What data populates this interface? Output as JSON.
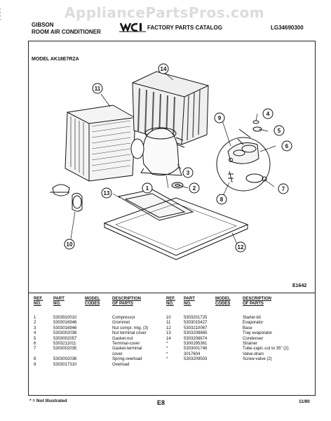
{
  "watermark": "AppliancePartsPros.com",
  "header": {
    "brand_line1": "GIBSON",
    "brand_line2": "ROOM AIR CONDITIONER",
    "title": "FACTORY PARTS CATALOG",
    "catalog_code": "LG34690300"
  },
  "model": "MODEL AK18E7RZA",
  "diagram_code": "E1642",
  "callouts": [
    "1",
    "2",
    "3",
    "4",
    "5",
    "6",
    "7",
    "8",
    "9",
    "10",
    "11",
    "12",
    "13",
    "14"
  ],
  "table": {
    "headers": {
      "ref": [
        "REF.",
        "NO."
      ],
      "part": [
        "PART",
        "NO."
      ],
      "model": [
        "MODEL",
        "CODES"
      ],
      "desc": [
        "DESCRIPTION",
        "OF PARTS"
      ]
    },
    "left_rows": [
      {
        "ref": "1",
        "part": "5303910010",
        "model": "",
        "desc": "Compressor"
      },
      {
        "ref": "2",
        "part": "5303016946",
        "model": "",
        "desc": "Grommet"
      },
      {
        "ref": "3",
        "part": "5303016946",
        "model": "",
        "desc": "Nut compr. mtg. (3)"
      },
      {
        "ref": "4",
        "part": "5303002038",
        "model": "",
        "desc": "Nut terminal cover"
      },
      {
        "ref": "5",
        "part": "5303002057",
        "model": "",
        "desc": "Gasket-nut"
      },
      {
        "ref": "6",
        "part": "5303211011",
        "model": "",
        "desc": "Terminal-cover"
      },
      {
        "ref": "7",
        "part": "5303002035",
        "model": "",
        "desc": "Gasket-terminal"
      },
      {
        "ref": "",
        "part": "",
        "model": "",
        "desc": "cover"
      },
      {
        "ref": "8",
        "part": "5303002036",
        "model": "",
        "desc": "Spring-overload"
      },
      {
        "ref": "9",
        "part": "5303017310",
        "model": "",
        "desc": "Overload"
      }
    ],
    "right_rows": [
      {
        "ref": "10",
        "part": "5303201725",
        "model": "",
        "desc": "Starter-kit"
      },
      {
        "ref": "11",
        "part": "5303015427",
        "model": "",
        "desc": "Evaporator"
      },
      {
        "ref": "12",
        "part": "5303210067",
        "model": "",
        "desc": "Base"
      },
      {
        "ref": "13",
        "part": "5303208865",
        "model": "",
        "desc": "Tray evaporator"
      },
      {
        "ref": "14",
        "part": "5303208674",
        "model": "",
        "desc": "Condenser"
      },
      {
        "ref": "*",
        "part": "5300295361",
        "model": "",
        "desc": "Strainer"
      },
      {
        "ref": "*",
        "part": "5303001746",
        "model": "",
        "desc": "Tube-capil.-cut to 35\" (2)"
      },
      {
        "ref": "*",
        "part": "3017604",
        "model": "",
        "desc": "Valve-drain"
      },
      {
        "ref": "*",
        "part": "5303209503",
        "model": "",
        "desc": "Screw-valve (2)"
      }
    ]
  },
  "footer": {
    "note": "* = Not Illustrated",
    "page": "E8",
    "date": "11/80"
  }
}
